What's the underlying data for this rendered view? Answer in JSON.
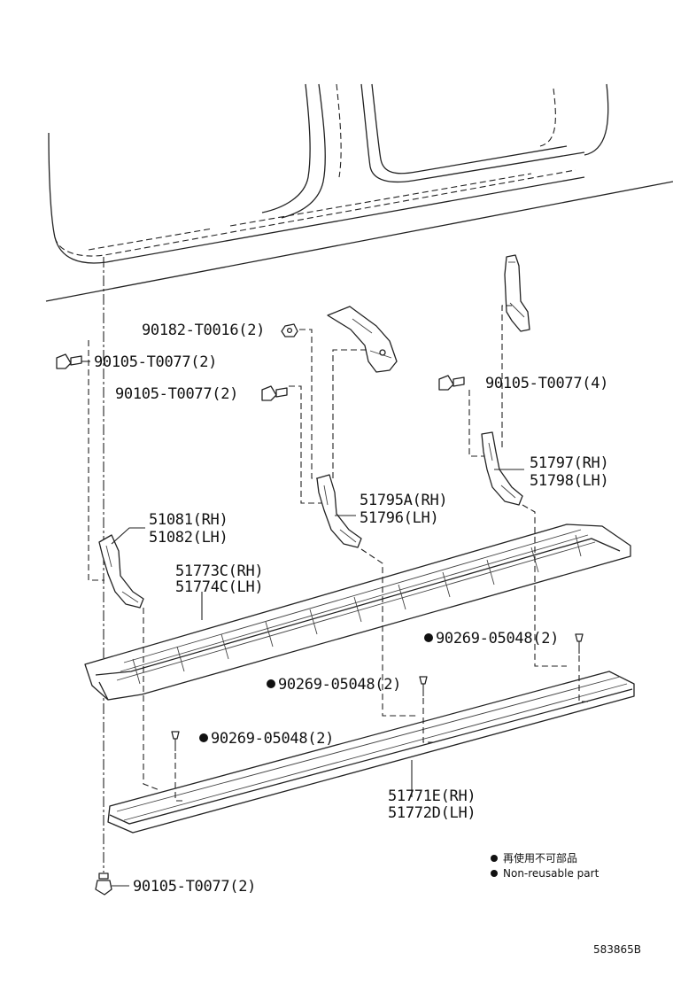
{
  "labels": {
    "nut_90182": "90182-T0016(2)",
    "bolt_90105_left": "90105-T0077(2)",
    "bolt_90105_mid": "90105-T0077(2)",
    "bolt_90105_right": "90105-T0077(4)",
    "bolt_90105_bottom": "90105-T0077(2)",
    "bracket_51797": "51797(RH)",
    "bracket_51798": "51798(LH)",
    "bracket_51795a": "51795A(RH)",
    "bracket_51796": "51796(LH)",
    "bracket_51081": "51081(RH)",
    "bracket_51082": "51082(LH)",
    "step_51773c": "51773C(RH)",
    "step_51774c": "51774C(LH)",
    "clip_right": "90269-05048(2)",
    "clip_mid": "90269-05048(2)",
    "clip_left": "90269-05048(2)",
    "rail_51771e": "51771E(RH)",
    "rail_51772d": "51772D(LH)"
  },
  "legend": {
    "line_jp": "再使用不可部品",
    "line_en": "Non-reusable part"
  },
  "diagram_code": "583865B",
  "colors": {
    "ink": "#111111",
    "background": "#ffffff"
  }
}
